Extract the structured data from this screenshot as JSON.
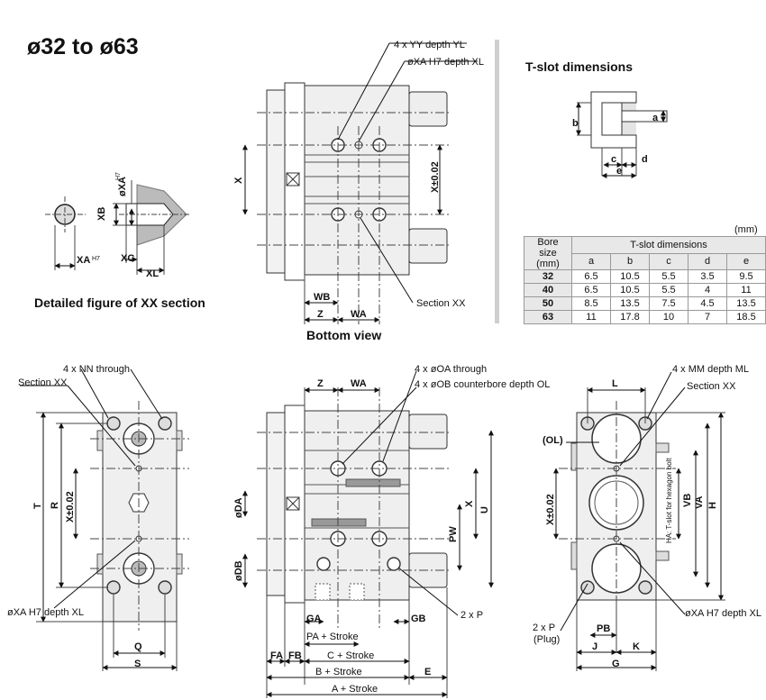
{
  "title": "ø32 to ø63",
  "labels": {
    "detail_caption": "Detailed figure of XX section",
    "bottom_view": "Bottom view",
    "tslot_title": "T-slot dimensions",
    "unit": "(mm)",
    "yy_depth": "4 x YY depth YL",
    "xa_depth_top": "øXA H7 depth XL",
    "section_xx": "Section XX",
    "nn_through": "4 x NN through",
    "section_xx_left": "Section XX",
    "xa_depth_left": "øXA H7 depth XL",
    "oa_through": "4 x øOA through",
    "ob_counterbore": "4 x øOB counterbore depth OL",
    "two_p": "2 x P",
    "mm_depth": "4 x MM depth ML",
    "section_xx_right": "Section XX",
    "ol": "(OL)",
    "hex_bolt": "HA: T-slot for hexagon bolt",
    "xa_depth_right": "øXA H7 depth XL",
    "plug": "2 x P",
    "plug_note": "(Plug)",
    "pa_stroke": "PA + Stroke",
    "c_stroke": "C + Stroke",
    "b_stroke": "B + Stroke",
    "a_stroke": "A + Stroke"
  },
  "dims": {
    "XA": "øXA",
    "XB": "XB",
    "XC": "XC",
    "XL": "XL",
    "XAH7": "XA",
    "X": "X",
    "Xtol": "X±0.02",
    "WB": "WB",
    "Z": "Z",
    "WA": "WA",
    "a": "a",
    "b": "b",
    "c": "c",
    "d": "d",
    "e": "e",
    "T": "T",
    "R": "R",
    "Q": "Q",
    "S": "S",
    "DA": "øDA",
    "DB": "øDB",
    "PW": "PW",
    "U": "U",
    "GA": "GA",
    "GB": "GB",
    "FA": "FA",
    "FB": "FB",
    "E": "E",
    "L": "L",
    "VA": "VA",
    "VB": "VB",
    "H": "H",
    "PB": "PB",
    "J": "J",
    "K": "K",
    "G": "G"
  },
  "tslot_table": {
    "col_bore": "Bore size",
    "col_bore_unit": "(mm)",
    "col_group": "T-slot dimensions",
    "cols": [
      "a",
      "b",
      "c",
      "d",
      "e"
    ],
    "rows": [
      {
        "bore": "32",
        "a": "6.5",
        "b": "10.5",
        "c": "5.5",
        "d": "3.5",
        "e": "9.5"
      },
      {
        "bore": "40",
        "a": "6.5",
        "b": "10.5",
        "c": "5.5",
        "d": "4",
        "e": "11"
      },
      {
        "bore": "50",
        "a": "8.5",
        "b": "13.5",
        "c": "7.5",
        "d": "4.5",
        "e": "13.5"
      },
      {
        "bore": "63",
        "a": "11",
        "b": "17.8",
        "c": "10",
        "d": "7",
        "e": "18.5"
      }
    ]
  }
}
